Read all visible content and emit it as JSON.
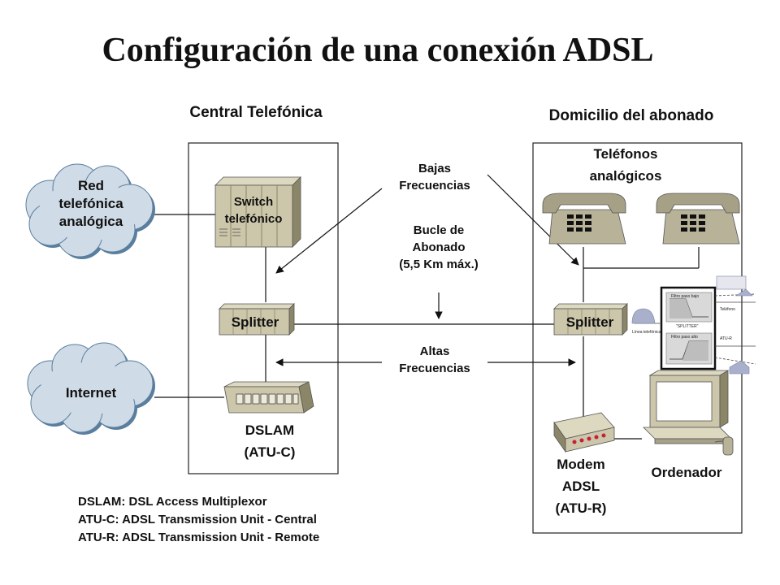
{
  "title": "Configuración de una conexión ADSL",
  "sections": {
    "central": "Central Telefónica",
    "domicilio": "Domicilio del abonado"
  },
  "clouds": {
    "red": "Red\ntelefónica\nanalógica",
    "internet": "Internet"
  },
  "devices": {
    "switch": "Switch\ntelefónico",
    "splitter_central": "Splitter",
    "splitter_abonado": "Splitter",
    "dslam": "DSLAM\n(ATU-C)",
    "modem": "Modem\nADSL\n(ATU-R)",
    "ordenador": "Ordenador",
    "telefonos": "Teléfonos\nanalógicos"
  },
  "annotations": {
    "bajas": "Bajas\nFrecuencias",
    "bucle": "Bucle de\nAbonado\n(5,5 Km máx.)",
    "altas": "Altas\nFrecuencias"
  },
  "inset": {
    "paso_bajo": "Filtro paso bajo",
    "paso_alto": "Filtro paso alto",
    "splitter": "\"SPLITTER\"",
    "linea": "Línea telefónica",
    "telefono": "Teléfono",
    "atur": "ATU-R"
  },
  "legend": [
    "DSLAM: DSL Access Multiplexor",
    "ATU-C: ADSL Transmission Unit - Central",
    "ATU-R: ADSL Transmission Unit - Remote"
  ],
  "colors": {
    "device_face": "#ccc6aa",
    "device_dark": "#8c8668",
    "cloud": "#cfdbe6",
    "cloud_edge": "#5a7e9e"
  }
}
